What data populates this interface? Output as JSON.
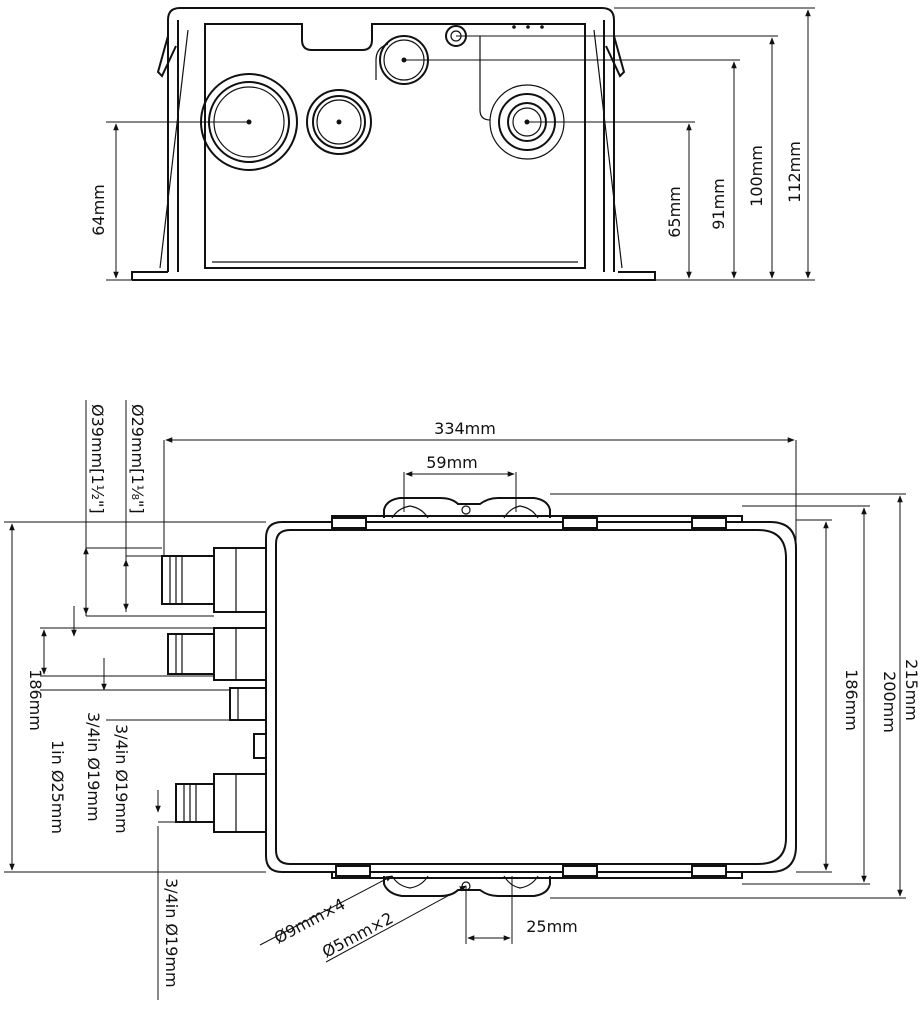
{
  "front_view": {
    "dims": {
      "left_height": "64mm",
      "h65": "65mm",
      "h91": "91mm",
      "h100": "100mm",
      "h112": "112mm"
    }
  },
  "top_view": {
    "dims": {
      "width": "334mm",
      "bracket_spacing": "59mm",
      "left_height": "186mm",
      "right_186": "186mm",
      "right_200": "200mm",
      "right_215": "215mm",
      "offset_25": "25mm"
    },
    "port_labels": {
      "d39": "Ø39mm[1½\"]",
      "d29": "Ø29mm[1⅛\"]",
      "p1": "3/4in Ø19mm",
      "p2": "1in Ø25mm",
      "p3": "3/4in Ø19mm",
      "p4": "3/4in Ø19mm"
    },
    "holes": {
      "h9": "Ø9mm×4",
      "h5": "Ø5mm×2"
    }
  }
}
